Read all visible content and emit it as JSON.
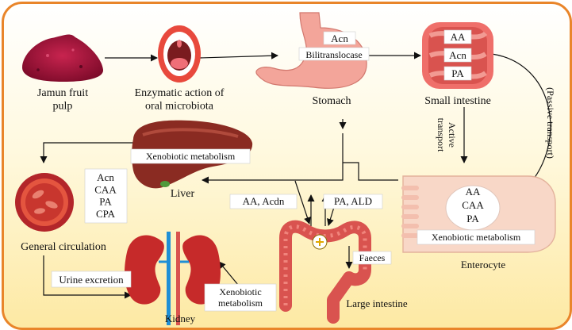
{
  "nodes": {
    "jamun": "Jamun fruit\npulp",
    "oral": "Enzymatic action of\noral microbiota",
    "stomach": "Stomach",
    "small_intestine": "Small intestine",
    "liver": "Liver",
    "general_circulation": "General circulation",
    "kidney": "Kidney",
    "large_intestine": "Large intestine",
    "enterocyte": "Enterocyte"
  },
  "labels": {
    "stomach_acn": "Acn",
    "bilitranslocase": "Bilitranslocase",
    "si_aa": "AA",
    "si_acn": "Acn",
    "si_pa": "PA",
    "passive_transport": "(Passive transport)",
    "active_transport": "Active\ntransport",
    "xeno_liver": "Xenobiotic metabolism",
    "circ_list": "Acn\nCAA\nPA\nCPA",
    "aa_acdn": "AA, Acdn",
    "pa_ald": "PA, ALD",
    "faeces": "Faeces",
    "ent_aa": "AA",
    "ent_caa": "CAA",
    "ent_pa": "PA",
    "xeno_enterocyte": "Xenobiotic metabolism",
    "urine": "Urine excretion",
    "xeno_kidney": "Xenobiotic\nmetabolism"
  },
  "colors": {
    "border": "#e9852a",
    "liver": "#8a2b22",
    "kidney": "#c62a2a",
    "intestine": "#d9534f",
    "stomach": "#f3a59a",
    "pulp": "#a3123a",
    "blood_vessel": "#1f8fd6"
  }
}
